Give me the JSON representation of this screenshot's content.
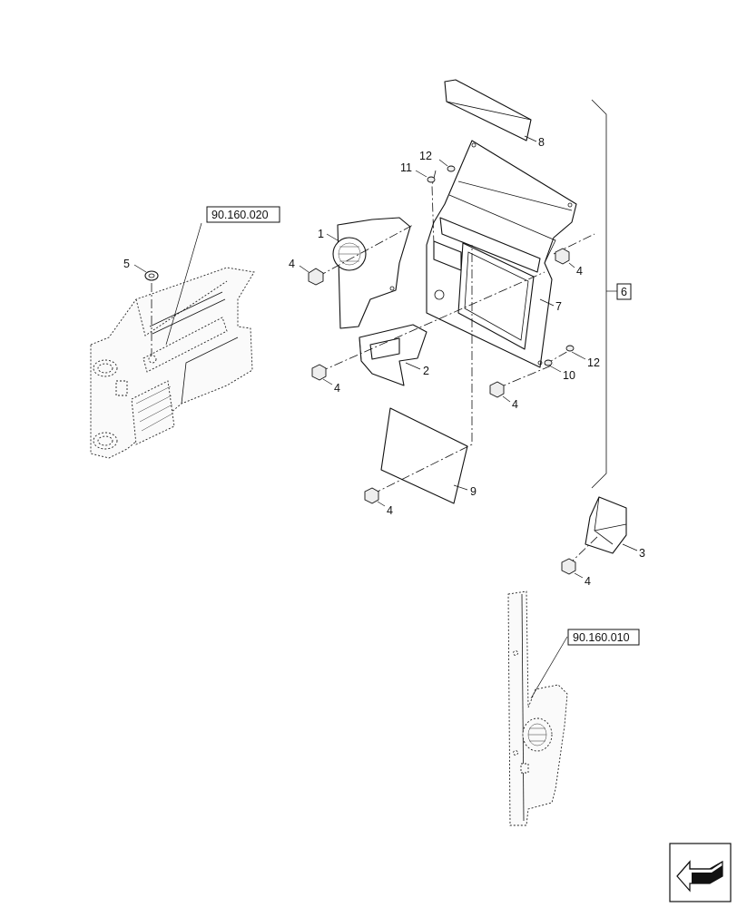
{
  "references": {
    "upper_left": "90.160.020",
    "lower_right": "90.160.010"
  },
  "group_label": "6",
  "callouts": {
    "c1": "1",
    "c2": "2",
    "c3": "3",
    "c4a": "4",
    "c4b": "4",
    "c4c": "4",
    "c4d": "4",
    "c4e": "4",
    "c4f": "4",
    "c5": "5",
    "c7": "7",
    "c8": "8",
    "c9": "9",
    "c10": "10",
    "c11": "11",
    "c12a": "12",
    "c12b": "12"
  },
  "icons": {
    "nav": "arrow-left-icon"
  }
}
